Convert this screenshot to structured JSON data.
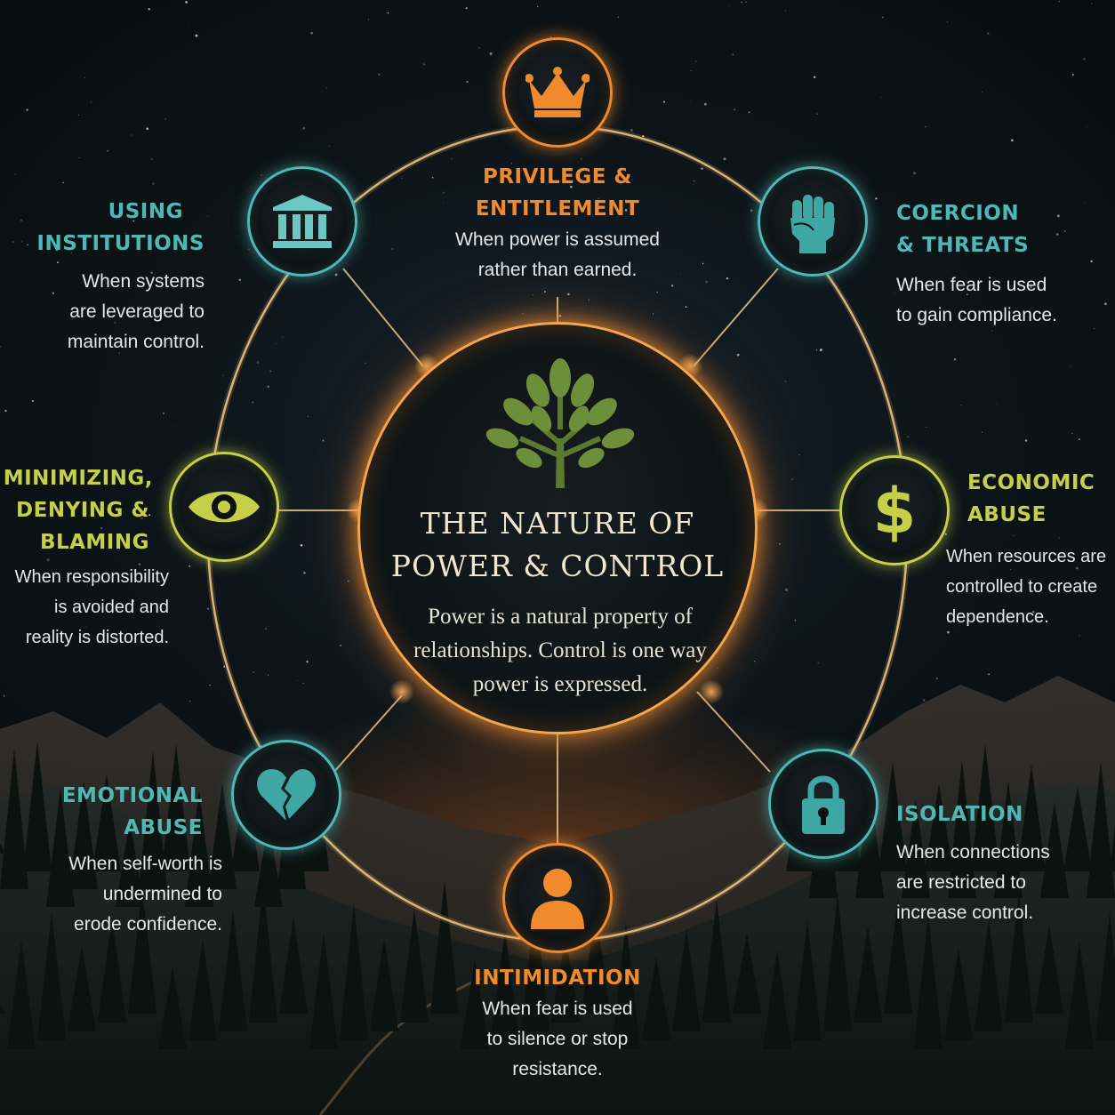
{
  "center": {
    "title_line1": "THE NATURE OF",
    "title_line2": "POWER & CONTROL",
    "desc": "Power is a natural property of relationships. Control is one way power is expressed.",
    "icon": "tree-icon"
  },
  "nodes": {
    "privilege": {
      "title_line1": "PRIVILEGE &",
      "title_line2": "ENTITLEMENT",
      "desc_lines": [
        "When power is assumed",
        "rather than earned."
      ],
      "icon": "crown-icon",
      "color": "#f08a2c"
    },
    "coercion": {
      "title_line1": "COERCION",
      "title_line2": "& THREATS",
      "desc_lines": [
        "When fear is used",
        "to gain compliance."
      ],
      "icon": "fist-icon",
      "color": "#4fb7b4"
    },
    "economic": {
      "title_line1": "ECONOMIC",
      "title_line2": "ABUSE",
      "desc_lines": [
        "When resources are",
        "controlled to create",
        "dependence."
      ],
      "icon": "dollar-icon",
      "color": "#c5cf47"
    },
    "isolation": {
      "title_line1": "ISOLATION",
      "desc_lines": [
        "When connections",
        "are restricted to",
        "increase control."
      ],
      "icon": "padlock-icon",
      "color": "#4fb7b4"
    },
    "intimidation": {
      "title_line1": "INTIMIDATION",
      "desc_lines": [
        "When fear is used",
        "to silence or stop",
        "resistance."
      ],
      "icon": "person-icon",
      "color": "#f08a2c"
    },
    "emotional": {
      "title_line1": "EMOTIONAL",
      "title_line2": "ABUSE",
      "desc_lines": [
        "When self-worth is",
        "undermined to",
        "erode confidence."
      ],
      "icon": "broken-heart-icon",
      "color": "#4fb7b4"
    },
    "minimizing": {
      "title_line1": "MINIMIZING,",
      "title_line2": "DENYING &",
      "title_line3": "BLAMING",
      "desc_lines": [
        "When responsibility",
        "is avoided and",
        "reality is distorted."
      ],
      "icon": "eye-icon",
      "color": "#c5cf47"
    },
    "institutions": {
      "title_line1": "USING",
      "title_line2": "INSTITUTIONS",
      "desc_lines": [
        "When systems",
        "are leveraged to",
        "maintain control."
      ],
      "icon": "institution-icon",
      "color": "#4fb7b4"
    }
  }
}
